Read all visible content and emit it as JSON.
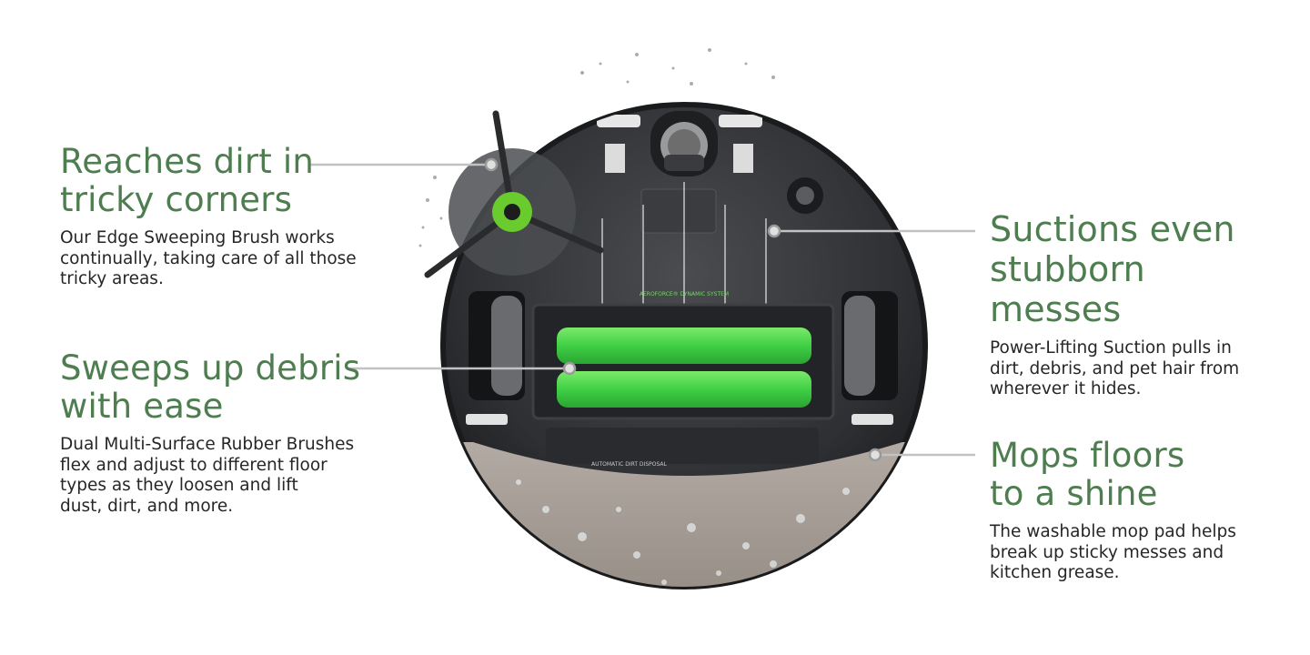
{
  "features": [
    {
      "heading_line1": "Reaches dirt in",
      "heading_line2": "tricky corners",
      "body_lines": [
        "Our Edge Sweeping Brush works",
        "continually, taking care of all those",
        "tricky areas."
      ]
    },
    {
      "heading_line1": "Sweeps up debris",
      "heading_line2": "with ease",
      "body_lines": [
        "Dual Multi-Surface Rubber Brushes",
        "flex and adjust to different floor",
        "types as they loosen and lift",
        "dust, dirt, and more."
      ]
    },
    {
      "heading_line1": "Suctions even",
      "heading_line2": "stubborn messes",
      "body_lines": [
        "Power-Lifting Suction pulls in",
        "dirt, debris, and pet hair from",
        "wherever it hides."
      ]
    },
    {
      "heading_line1": "Mops floors",
      "heading_line2": "to a shine",
      "body_lines": [
        "The washable mop pad helps",
        "break up sticky messes and",
        "kitchen grease."
      ]
    }
  ],
  "product_labels": {
    "airflow": "AEROFORCE® DYNAMIC SYSTEM",
    "disposal": "AUTOMATIC DIRT DISPOSAL"
  },
  "colors": {
    "heading_green": "#4e7d4f",
    "brush_green": "#3fcf45",
    "callout_gray": "#c2c2c2",
    "robot_body": "#2c2d30",
    "mop_pad": "#9a918a"
  }
}
